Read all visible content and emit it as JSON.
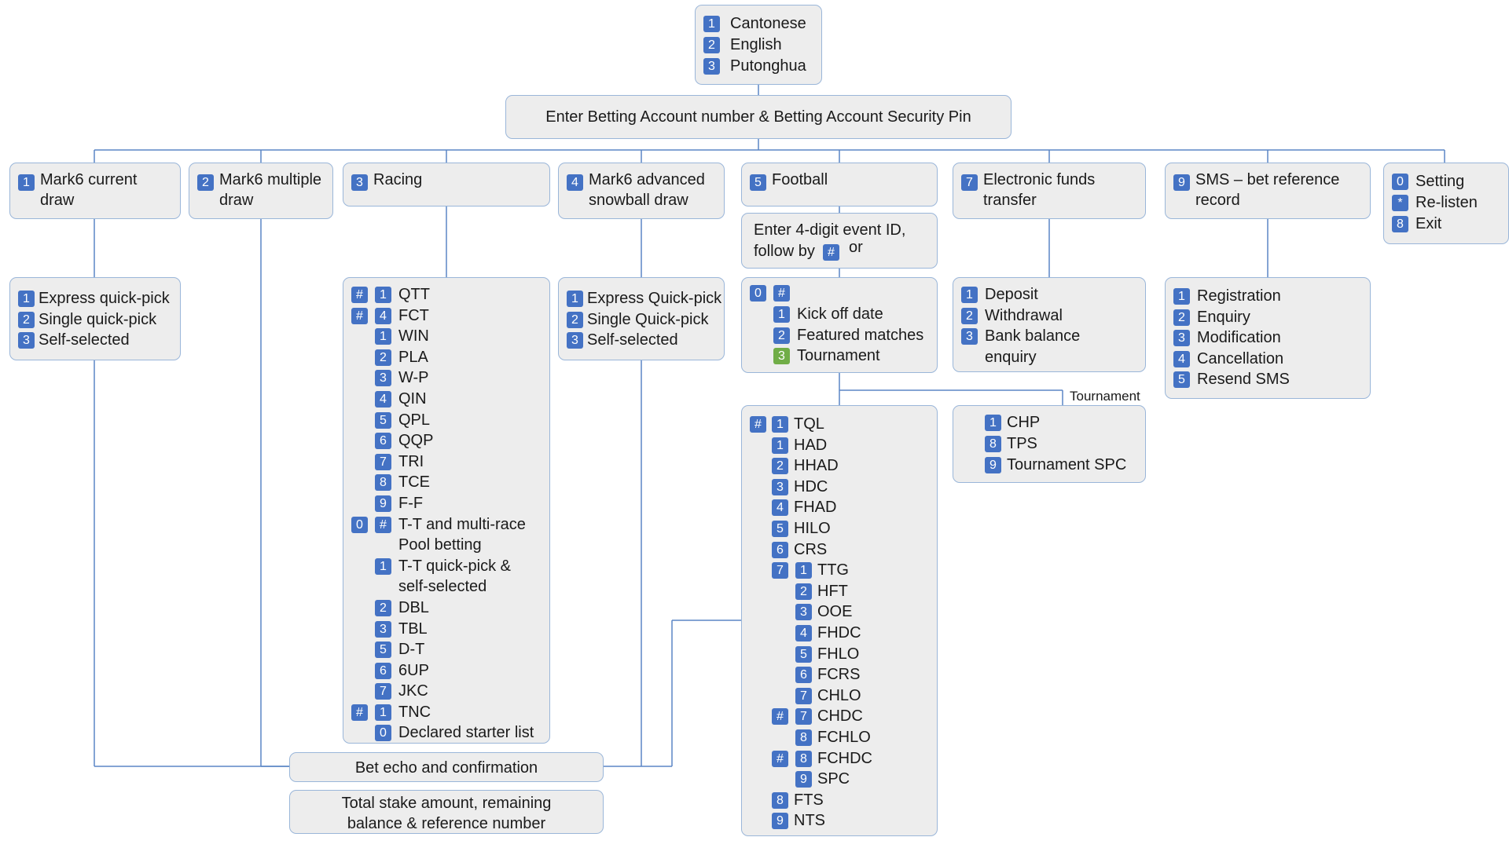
{
  "languages": [
    {
      "key": "1",
      "label": "Cantonese"
    },
    {
      "key": "2",
      "label": "English"
    },
    {
      "key": "3",
      "label": "Putonghua"
    }
  ],
  "login": "Enter Betting Account number & Betting Account Security Pin",
  "menus": [
    {
      "id": "mark6-current",
      "keys": [
        "1"
      ],
      "lines": [
        "Mark6 current",
        "draw"
      ]
    },
    {
      "id": "mark6-multiple",
      "keys": [
        "2"
      ],
      "lines": [
        "Mark6 multiple",
        "draw"
      ]
    },
    {
      "id": "racing",
      "keys": [
        "3"
      ],
      "lines": [
        "Racing"
      ]
    },
    {
      "id": "mark6-snowball",
      "keys": [
        "4"
      ],
      "lines": [
        "Mark6 advanced",
        "snowball draw"
      ]
    },
    {
      "id": "football",
      "keys": [
        "5"
      ],
      "lines": [
        "Football"
      ]
    },
    {
      "id": "eft",
      "keys": [
        "7"
      ],
      "lines": [
        "Electronic funds",
        "transfer"
      ]
    },
    {
      "id": "sms",
      "keys": [
        "9"
      ],
      "lines": [
        "SMS – bet reference",
        "record"
      ]
    },
    {
      "id": "setting",
      "keys": [],
      "lines": []
    }
  ],
  "setting_items": [
    {
      "key": "0",
      "label": "Setting"
    },
    {
      "key": "*",
      "label": "Re-listen"
    },
    {
      "key": "8",
      "label": "Exit"
    }
  ],
  "mark6_current_options": [
    {
      "keys": [
        "1"
      ],
      "label": "Express quick-pick"
    },
    {
      "keys": [
        "2"
      ],
      "label": "Single quick-pick"
    },
    {
      "keys": [
        "3"
      ],
      "label": "Self-selected"
    }
  ],
  "racing_options": [
    {
      "keys": [
        "#",
        "1"
      ],
      "label": "QTT"
    },
    {
      "keys": [
        "#",
        "4"
      ],
      "label": "FCT"
    },
    {
      "keys": [
        "1"
      ],
      "label": "WIN"
    },
    {
      "keys": [
        "2"
      ],
      "label": "PLA"
    },
    {
      "keys": [
        "3"
      ],
      "label": "W-P"
    },
    {
      "keys": [
        "4"
      ],
      "label": "QIN"
    },
    {
      "keys": [
        "5"
      ],
      "label": "QPL"
    },
    {
      "keys": [
        "6"
      ],
      "label": "QQP"
    },
    {
      "keys": [
        "7"
      ],
      "label": "TRI"
    },
    {
      "keys": [
        "8"
      ],
      "label": "TCE"
    },
    {
      "keys": [
        "9"
      ],
      "label": "F-F"
    },
    {
      "keys": [
        "0",
        "#"
      ],
      "label": "T-T and multi-race"
    },
    {
      "keys": [],
      "label": "Pool betting"
    },
    {
      "keys": [
        "1"
      ],
      "label": "T-T quick-pick &"
    },
    {
      "keys": [],
      "label": "self-selected"
    },
    {
      "keys": [
        "2"
      ],
      "label": "DBL"
    },
    {
      "keys": [
        "3"
      ],
      "label": "TBL"
    },
    {
      "keys": [
        "5"
      ],
      "label": "D-T"
    },
    {
      "keys": [
        "6"
      ],
      "label": "6UP"
    },
    {
      "keys": [
        "7"
      ],
      "label": "JKC"
    },
    {
      "keys": [
        "#",
        "1"
      ],
      "label": "TNC"
    },
    {
      "keys": [
        "0"
      ],
      "label": "Declared starter list"
    }
  ],
  "snowball_options": [
    {
      "keys": [
        "1"
      ],
      "label": "Express Quick-pick"
    },
    {
      "keys": [
        "2"
      ],
      "label": "Single Quick-pick"
    },
    {
      "keys": [
        "3"
      ],
      "label": "Self-selected"
    }
  ],
  "football_event": {
    "line1": "Enter 4-digit event ID,",
    "line2": "follow by",
    "key": "#",
    "suffix": "or"
  },
  "football_sub": [
    {
      "keys": [
        "0",
        "#"
      ],
      "label": ""
    },
    {
      "keys": [
        "1"
      ],
      "label": "Kick off date"
    },
    {
      "keys": [
        "2"
      ],
      "label": "Featured matches"
    },
    {
      "keys": [
        "3"
      ],
      "label": "Tournament",
      "green": true
    }
  ],
  "tournament_label": "Tournament",
  "tournament_options": [
    {
      "keys": [
        "1"
      ],
      "label": "CHP"
    },
    {
      "keys": [
        "8"
      ],
      "label": "TPS"
    },
    {
      "keys": [
        "9"
      ],
      "label": "Tournament SPC"
    }
  ],
  "football_bets": [
    {
      "keys": [
        "#",
        "1"
      ],
      "label": "TQL"
    },
    {
      "keys": [
        "1"
      ],
      "label": "HAD"
    },
    {
      "keys": [
        "2"
      ],
      "label": "HHAD"
    },
    {
      "keys": [
        "3"
      ],
      "label": "HDC"
    },
    {
      "keys": [
        "4"
      ],
      "label": "FHAD"
    },
    {
      "keys": [
        "5"
      ],
      "label": "HILO"
    },
    {
      "keys": [
        "6"
      ],
      "label": "CRS"
    },
    {
      "keys": [
        "7",
        "1"
      ],
      "label": "TTG"
    },
    {
      "keys": [
        "2"
      ],
      "label": "HFT"
    },
    {
      "keys": [
        "3"
      ],
      "label": "OOE"
    },
    {
      "keys": [
        "4"
      ],
      "label": "FHDC"
    },
    {
      "keys": [
        "5"
      ],
      "label": "FHLO"
    },
    {
      "keys": [
        "6"
      ],
      "label": "FCRS"
    },
    {
      "keys": [
        "7"
      ],
      "label": "CHLO"
    },
    {
      "keys": [
        "#",
        "7"
      ],
      "label": "CHDC"
    },
    {
      "keys": [
        "8"
      ],
      "label": "FCHLO"
    },
    {
      "keys": [
        "#",
        "8"
      ],
      "label": "FCHDC"
    },
    {
      "keys": [
        "9"
      ],
      "label": "SPC"
    },
    {
      "keys": [
        "8"
      ],
      "label": "FTS"
    },
    {
      "keys": [
        "9"
      ],
      "label": "NTS"
    }
  ],
  "eft_options": [
    {
      "keys": [
        "1"
      ],
      "label": "Deposit"
    },
    {
      "keys": [
        "2"
      ],
      "label": "Withdrawal"
    },
    {
      "keys": [
        "3"
      ],
      "label": "Bank balance"
    },
    {
      "keys": [],
      "label": "enquiry"
    }
  ],
  "sms_options": [
    {
      "keys": [
        "1"
      ],
      "label": "Registration"
    },
    {
      "keys": [
        "2"
      ],
      "label": "Enquiry"
    },
    {
      "keys": [
        "3"
      ],
      "label": "Modification"
    },
    {
      "keys": [
        "4"
      ],
      "label": "Cancellation"
    },
    {
      "keys": [
        "5"
      ],
      "label": "Resend SMS"
    }
  ],
  "bet_echo": "Bet echo and confirmation",
  "total_stake": {
    "line1": "Total stake amount, remaining",
    "line2": "balance & reference number"
  },
  "colors": {
    "key": "#4472c4",
    "key_green": "#70ad47",
    "box_fill": "#ededed",
    "box_border": "#9ab6d9",
    "line": "#5b86c5"
  }
}
